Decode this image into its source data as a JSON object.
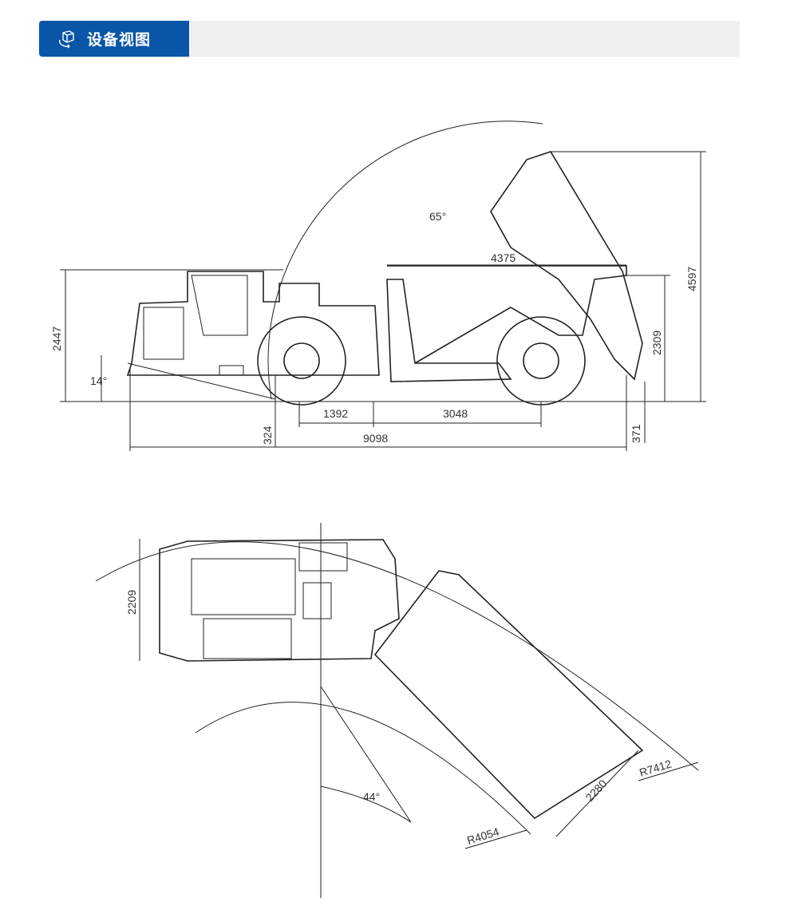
{
  "header": {
    "title": "设备视图",
    "icon": "cube-rotate-icon",
    "accent": "#0956a8"
  },
  "side_view": {
    "dump_angle": "65°",
    "box_length": "4375",
    "raised_height": "4597",
    "overall_height": "2447",
    "approach_angle": "14°",
    "box_height": "2309",
    "front_axle": "1392",
    "wheelbase": "3048",
    "ground_clearance": "324",
    "overall_length": "9098",
    "rear_clearance": "371"
  },
  "top_view": {
    "width": "2209",
    "articulation_angle": "44°",
    "box_width": "2280",
    "inner_radius": "R4054",
    "outer_radius": "R7412"
  }
}
